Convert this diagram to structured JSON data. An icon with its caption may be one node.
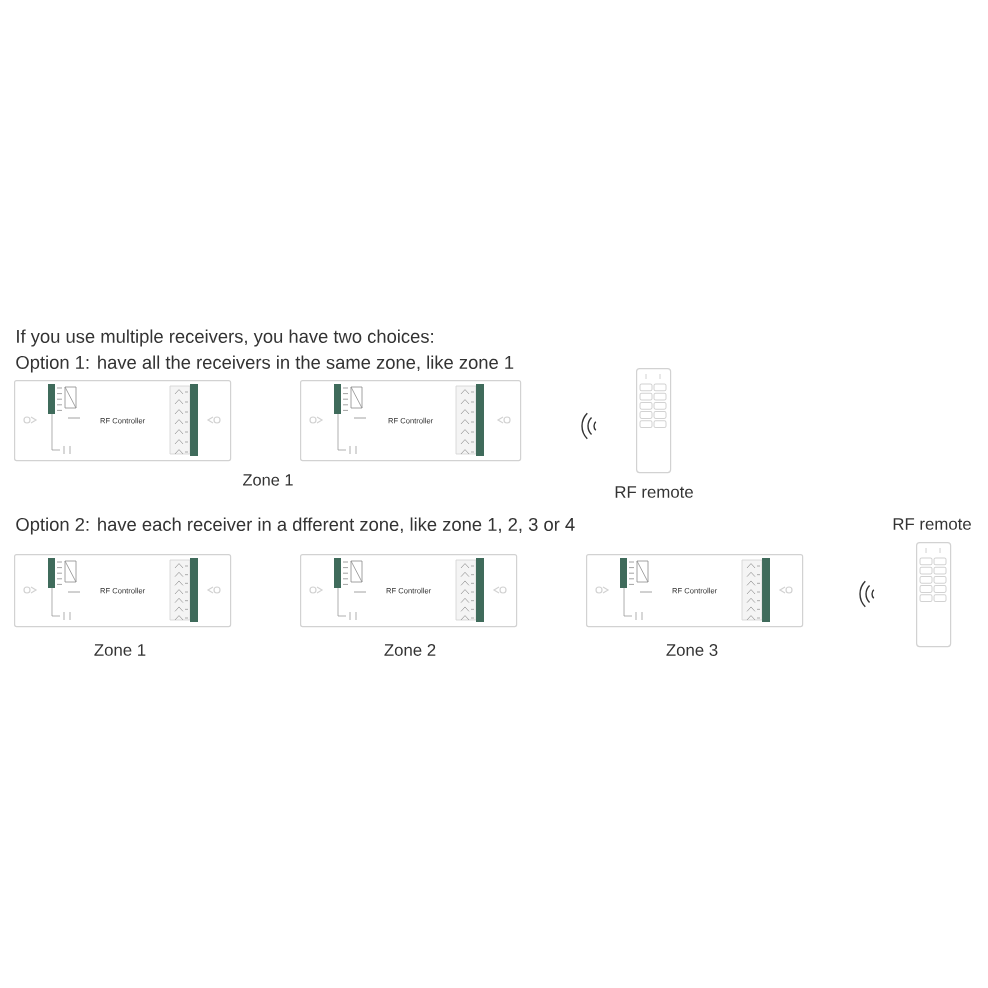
{
  "diagram": {
    "nodes": [
      {
        "text": [
          "RF Controller"
        ]
      },
      {
        "text": [
          "RF Controller"
        ]
      },
      {
        "text": [],
        "shape": "picture",
        "beside": [
          "RF remote"
        ]
      },
      {
        "text": [
          "RF Controller"
        ],
        "beside": [
          "Zone 1"
        ]
      },
      {
        "text": [
          "RF Controller"
        ],
        "beside": [
          "Zone 2"
        ]
      },
      {
        "text": [
          "RF Controller"
        ],
        "beside": [
          "Zone 3"
        ]
      },
      {
        "text": [],
        "shape": "picture",
        "beside": [
          "RF remote"
        ]
      }
    ],
    "labels": [
      "If you use multiple receivers, you have two choices:",
      "Option 1: have all the receivers in the same zone, like zone 1",
      "Zone 1",
      "Option 2: have each receiver in a dfferent zone, like zone 1, 2, 3 or 4"
    ]
  }
}
